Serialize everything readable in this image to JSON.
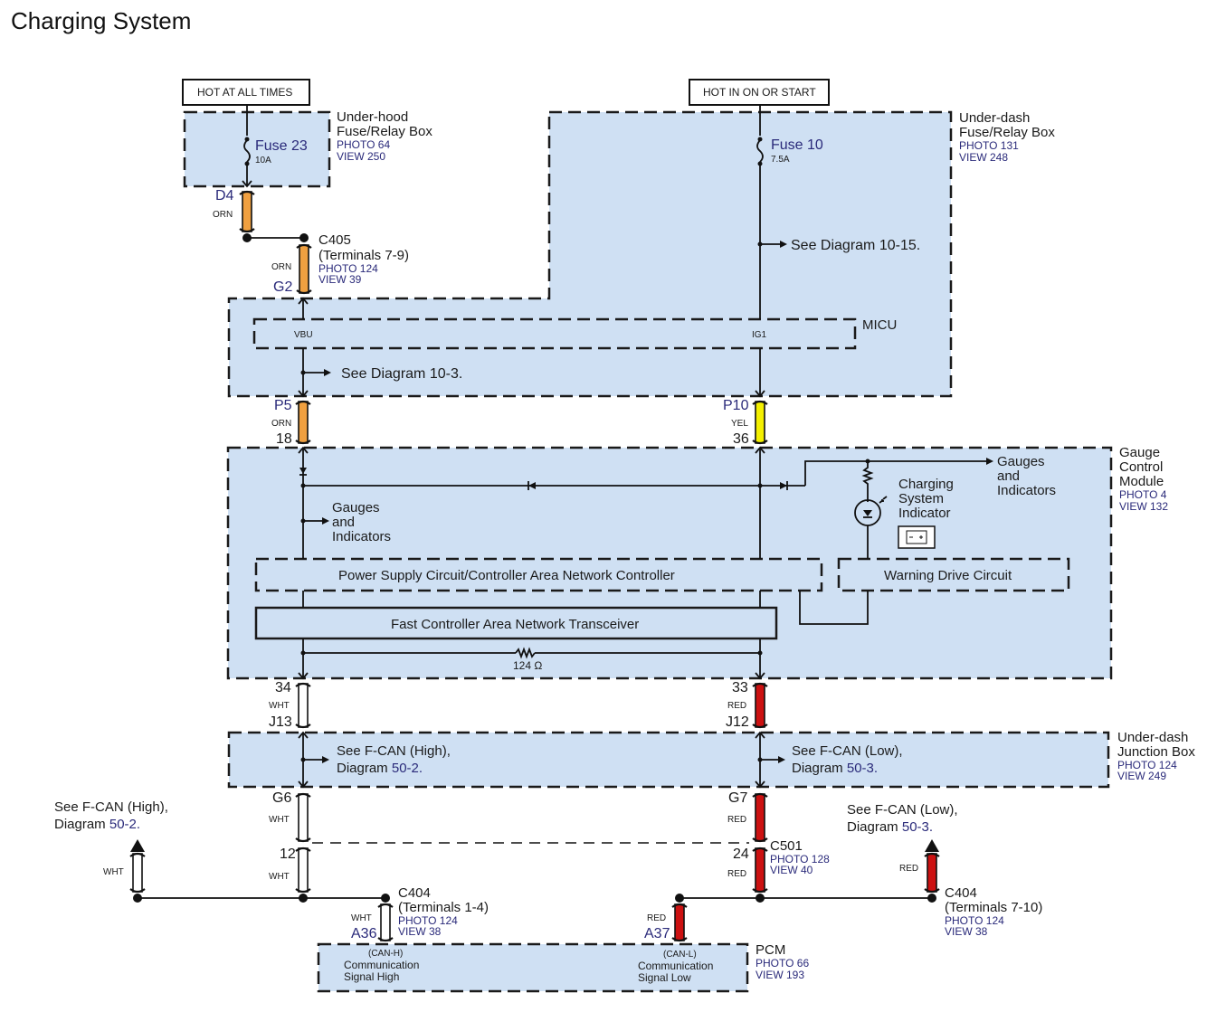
{
  "title": "Charging System",
  "power_sources": {
    "hot_at_all_times": "HOT AT ALL TIMES",
    "hot_in_on_or_start": "HOT IN ON OR START"
  },
  "components": {
    "underhood_box": {
      "name_line1": "Under-hood",
      "name_line2": "Fuse/Relay Box",
      "photo": "PHOTO 64",
      "view": "VIEW 250",
      "fuse": "Fuse 23",
      "rating": "10A"
    },
    "underdash_box": {
      "name_line1": "Under-dash",
      "name_line2": "Fuse/Relay Box",
      "photo": "PHOTO 131",
      "view": "VIEW 248",
      "fuse": "Fuse 10",
      "rating": "7.5A",
      "see": "See Diagram 10-15."
    },
    "micu": {
      "name": "MICU",
      "pin_vbu": "VBU",
      "pin_ig1": "IG1",
      "see": "See Diagram 10-3."
    },
    "gauge_module": {
      "name_line1": "Gauge",
      "name_line2": "Control",
      "name_line3": "Module",
      "photo": "PHOTO 4",
      "view": "VIEW 132",
      "gauges_left": [
        "Gauges",
        "and",
        "Indicators"
      ],
      "gauges_right": [
        "Gauges",
        "and",
        "Indicators"
      ],
      "indicator": [
        "Charging",
        "System",
        "Indicator"
      ],
      "power_supply": "Power Supply Circuit/Controller Area Network Controller",
      "warning_drive": "Warning Drive Circuit",
      "transceiver": "Fast Controller Area Network Transceiver",
      "resistor": "124 Ω"
    },
    "junction_box": {
      "name_line1": "Under-dash",
      "name_line2": "Junction Box",
      "photo": "PHOTO 124",
      "view": "VIEW 249",
      "see_high_1": "See F-CAN (High),",
      "see_high_2": "Diagram ",
      "see_high_num": "50-2.",
      "see_low_1": "See F-CAN (Low),",
      "see_low_2": "Diagram ",
      "see_low_num": "50-3."
    },
    "pcm": {
      "name": "PCM",
      "photo": "PHOTO 66",
      "view": "VIEW 193",
      "can_h": "(CAN-H)",
      "can_h_l1": "Communication",
      "can_h_l2": "Signal High",
      "can_l": "(CAN-L)",
      "can_l_l1": "Communication",
      "can_l_l2": "Signal Low"
    }
  },
  "connectors": {
    "c405": {
      "name": "C405",
      "terminals": "(Terminals 7-9)",
      "photo": "PHOTO 124",
      "view": "VIEW 39"
    },
    "c501": {
      "name": "C501",
      "photo": "PHOTO 128",
      "view": "VIEW 40"
    },
    "c404_left": {
      "name": "C404",
      "terminals": "(Terminals 1-4)",
      "photo": "PHOTO 124",
      "view": "VIEW 38"
    },
    "c404_right": {
      "name": "C404",
      "terminals": "(Terminals 7-10)",
      "photo": "PHOTO 124",
      "view": "VIEW 38"
    }
  },
  "wires": {
    "d4": {
      "pin": "D4",
      "color": "ORN",
      "hex": "#f0a040"
    },
    "g2": {
      "pin": "G2",
      "color": "ORN",
      "hex": "#f0a040"
    },
    "p5": {
      "pin": "P5",
      "color": "ORN",
      "num": "18",
      "hex": "#f0a040"
    },
    "p10": {
      "pin": "P10",
      "color": "YEL",
      "num": "36",
      "hex": "#f4f000"
    },
    "j13": {
      "pin": "J13",
      "color": "WHT",
      "num": "34",
      "hex": "#ffffff"
    },
    "j12": {
      "pin": "J12",
      "color": "RED",
      "num": "33",
      "hex": "#cc1111"
    },
    "g6": {
      "pin": "G6",
      "color": "WHT",
      "hex": "#ffffff"
    },
    "g7": {
      "pin": "G7",
      "color": "RED",
      "hex": "#cc1111"
    },
    "w12": {
      "pin": "12",
      "color": "WHT",
      "hex": "#ffffff"
    },
    "r24": {
      "pin": "24",
      "color": "RED",
      "hex": "#cc1111"
    },
    "a36": {
      "pin": "A36",
      "color": "WHT",
      "hex": "#ffffff"
    },
    "a37": {
      "pin": "A37",
      "color": "RED",
      "hex": "#cc1111"
    },
    "left_out": {
      "color": "WHT",
      "hex": "#ffffff"
    },
    "right_out": {
      "color": "RED",
      "hex": "#cc1111"
    }
  },
  "external_refs": {
    "left": {
      "line1": "See F-CAN (High),",
      "line2": "Diagram ",
      "num": "50-2."
    },
    "right": {
      "line1": "See F-CAN (Low),",
      "line2": "Diagram ",
      "num": "50-3."
    }
  }
}
